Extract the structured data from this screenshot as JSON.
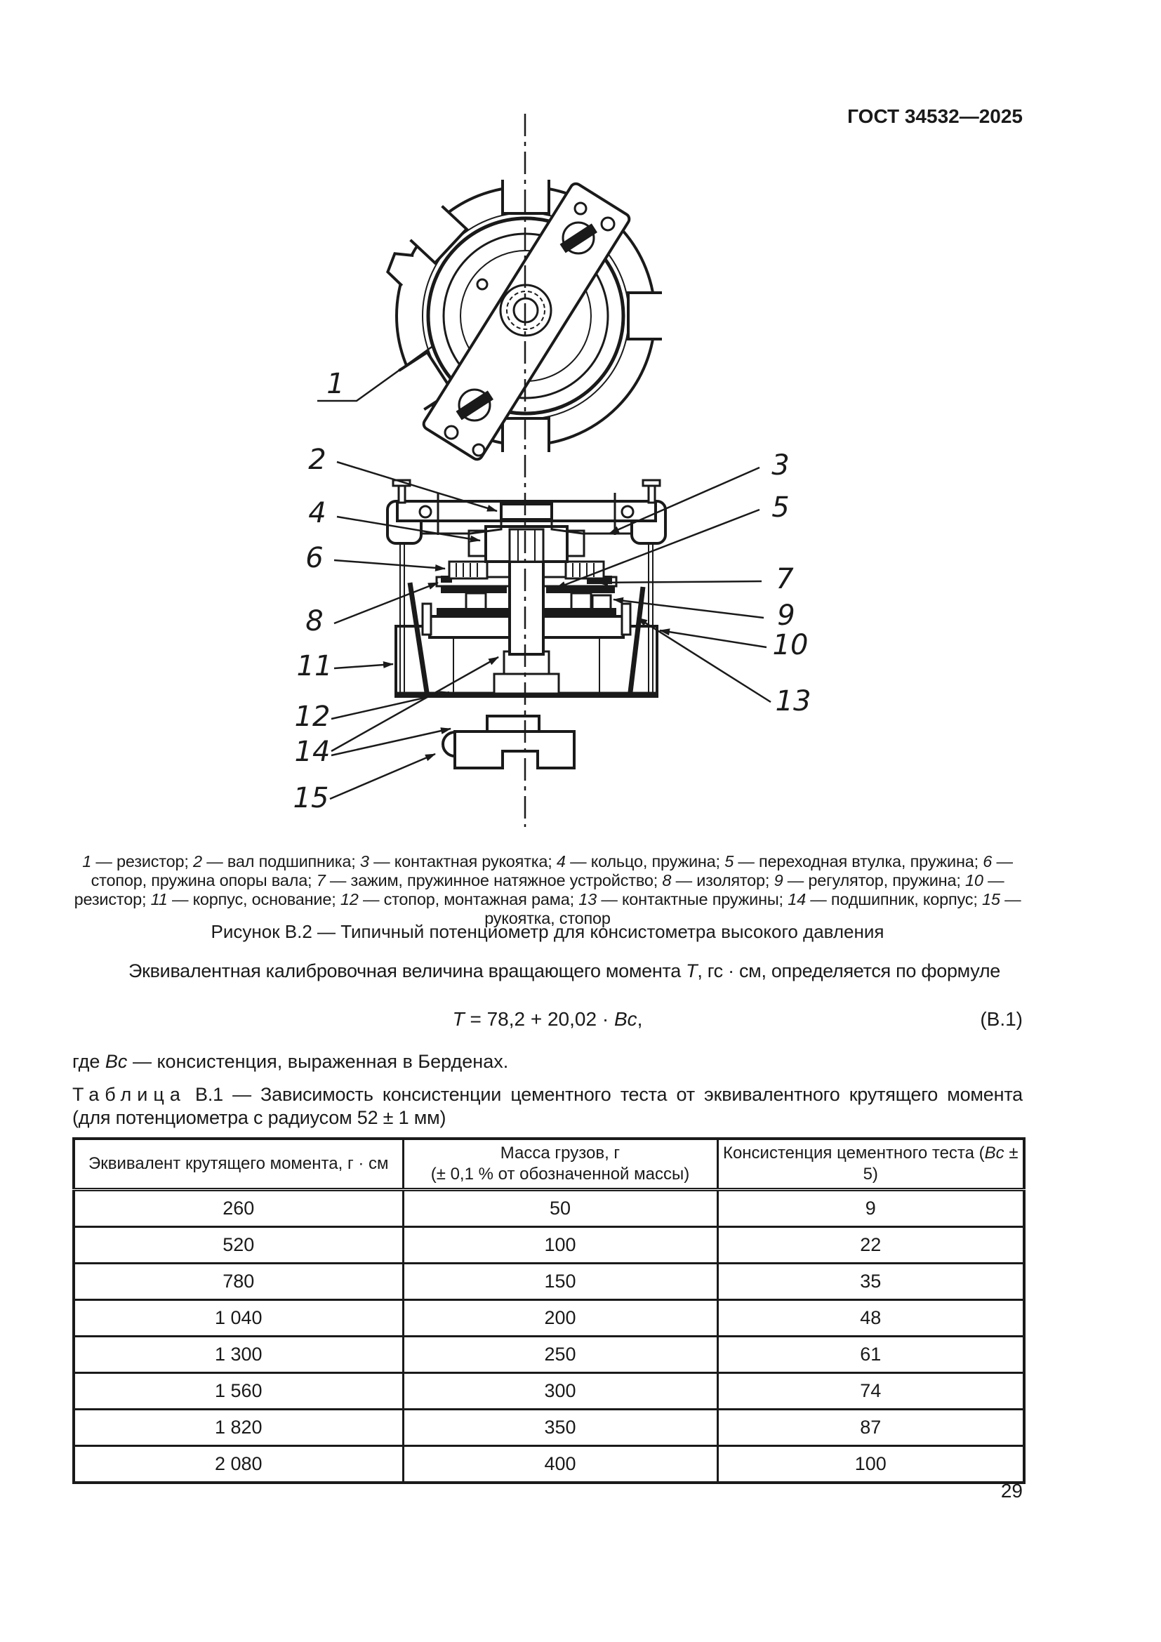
{
  "page": {
    "standard_code": "ГОСТ 34532—2025",
    "page_number": "29"
  },
  "figure": {
    "labels": [
      "1",
      "2",
      "3",
      "4",
      "5",
      "6",
      "7",
      "8",
      "9",
      "10",
      "11",
      "12",
      "13",
      "14",
      "15"
    ],
    "legend": [
      {
        "text": "1",
        "italic": true
      },
      {
        "text": " — резистор; "
      },
      {
        "text": "2",
        "italic": true
      },
      {
        "text": " — вал подшипника; "
      },
      {
        "text": "3",
        "italic": true
      },
      {
        "text": " — контактная рукоятка; "
      },
      {
        "text": "4",
        "italic": true
      },
      {
        "text": " — кольцо, пружина; "
      },
      {
        "text": "5",
        "italic": true
      },
      {
        "text": " — переходная втулка, пружина; "
      },
      {
        "text": "6",
        "italic": true
      },
      {
        "text": " — стопор, пружина опоры вала; "
      },
      {
        "text": "7",
        "italic": true
      },
      {
        "text": " — зажим, пружинное натяжное устройство; "
      },
      {
        "text": "8",
        "italic": true
      },
      {
        "text": " — изолятор; "
      },
      {
        "text": "9",
        "italic": true
      },
      {
        "text": " — регулятор, пружина; "
      },
      {
        "text": "10",
        "italic": true
      },
      {
        "text": " — резистор; "
      },
      {
        "text": "11",
        "italic": true
      },
      {
        "text": " — корпус, основание; "
      },
      {
        "text": "12",
        "italic": true
      },
      {
        "text": " — стопор, монтажная рама; "
      },
      {
        "text": "13",
        "italic": true
      },
      {
        "text": " — контактные пружины; "
      },
      {
        "text": "14",
        "italic": true
      },
      {
        "text": " — подшипник, корпус; "
      },
      {
        "text": "15",
        "italic": true
      },
      {
        "text": " — рукоятка, стопор"
      }
    ],
    "caption": "Рисунок В.2 — Типичный потенциометр для консистометра высокого давления"
  },
  "body": {
    "intro": [
      {
        "text": "Эквивалентная калибровочная величина вращающего момента "
      },
      {
        "text": "Т",
        "italic": true
      },
      {
        "text": ", гс · см, определяется по формуле"
      }
    ],
    "formula": {
      "expression": [
        {
          "text": "Т",
          "italic": true
        },
        {
          "text": " = 78,2 + 20,02 · "
        },
        {
          "text": "Вс",
          "italic": true
        },
        {
          "text": ","
        }
      ],
      "number": "(В.1)"
    },
    "where_line": [
      {
        "text": "где "
      },
      {
        "text": "Вс",
        "italic": true
      },
      {
        "text": " — консистенция, выраженная в Берденах."
      }
    ]
  },
  "table": {
    "title": [
      {
        "text": "Таблица",
        "spaced": true
      },
      {
        "text": " В.1 — Зависимость консистенции цементного теста от эквивалентного крутящего момента (для потенциометра с радиусом 52 ± 1 мм)"
      }
    ],
    "col1_header": [
      {
        "text": "Эквивалент крутящего момента, г · см"
      }
    ],
    "col2_header_line1": "Масса грузов, г",
    "col2_header_line2": "(± 0,1 % от обозначенной массы)",
    "col3_header": [
      {
        "text": "Консистенция цементного теста ("
      },
      {
        "text": "Вс",
        "italic": true
      },
      {
        "text": " ± 5)"
      }
    ],
    "rows": [
      [
        "260",
        "50",
        "9"
      ],
      [
        "520",
        "100",
        "22"
      ],
      [
        "780",
        "150",
        "35"
      ],
      [
        "1 040",
        "200",
        "48"
      ],
      [
        "1 300",
        "250",
        "61"
      ],
      [
        "1 560",
        "300",
        "74"
      ],
      [
        "1 820",
        "350",
        "87"
      ],
      [
        "2 080",
        "400",
        "100"
      ]
    ]
  }
}
